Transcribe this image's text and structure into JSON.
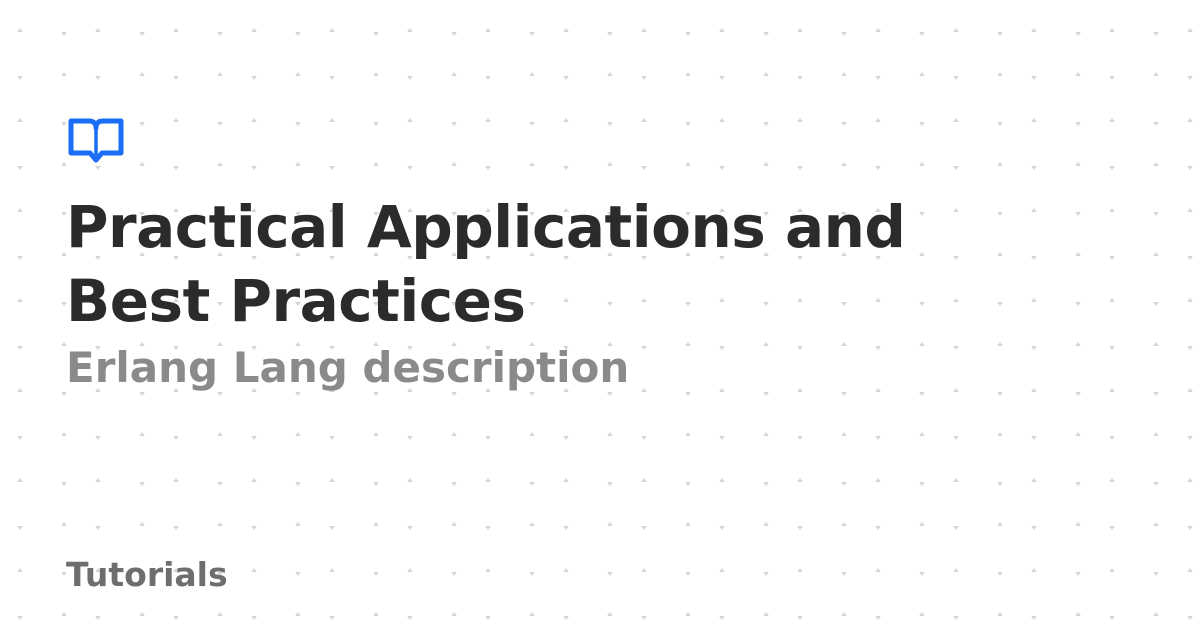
{
  "brand": {
    "logo_icon": "open-book-icon",
    "accent_color": "#1a6ef5"
  },
  "heading": {
    "title": "Practical Applications and Best Practices",
    "subtitle": "Erlang Lang description"
  },
  "footer": {
    "category": "Tutorials"
  },
  "colors": {
    "background": "#ffffff",
    "title": "#2b2b2e",
    "subtitle": "#8a8a8a",
    "category": "#6e6e6e",
    "pattern_dot": "#d4d4d4"
  }
}
